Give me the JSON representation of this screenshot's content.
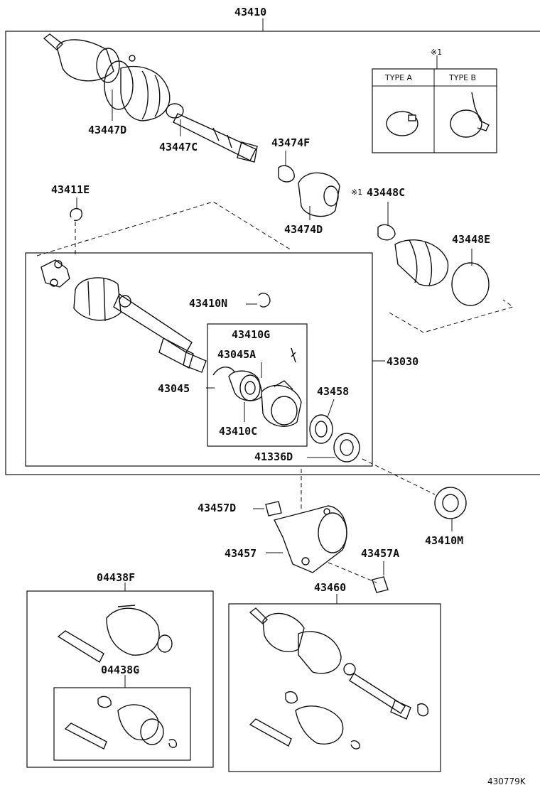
{
  "labels": {
    "l43410": "43410",
    "l43447D": "43447D",
    "l43447C": "43447C",
    "l43474F": "43474F",
    "l43474D": "43474D",
    "l43411E": "43411E",
    "l43448C": "43448C",
    "l43448E": "43448E",
    "l43410N": "43410N",
    "l43410G": "43410G",
    "l43045A": "43045A",
    "l43045": "43045",
    "l43410C": "43410C",
    "l43458": "43458",
    "l41336D": "41336D",
    "l43030": "43030",
    "l43457D": "43457D",
    "l43457": "43457",
    "l43457A": "43457A",
    "l43410M": "43410M",
    "l04438F": "04438F",
    "l04438G": "04438G",
    "l43460": "43460"
  },
  "note_mark": "※1",
  "type_table": {
    "type_a": "TYPE A",
    "type_b": "TYPE B"
  },
  "diagram_code": "430779K"
}
